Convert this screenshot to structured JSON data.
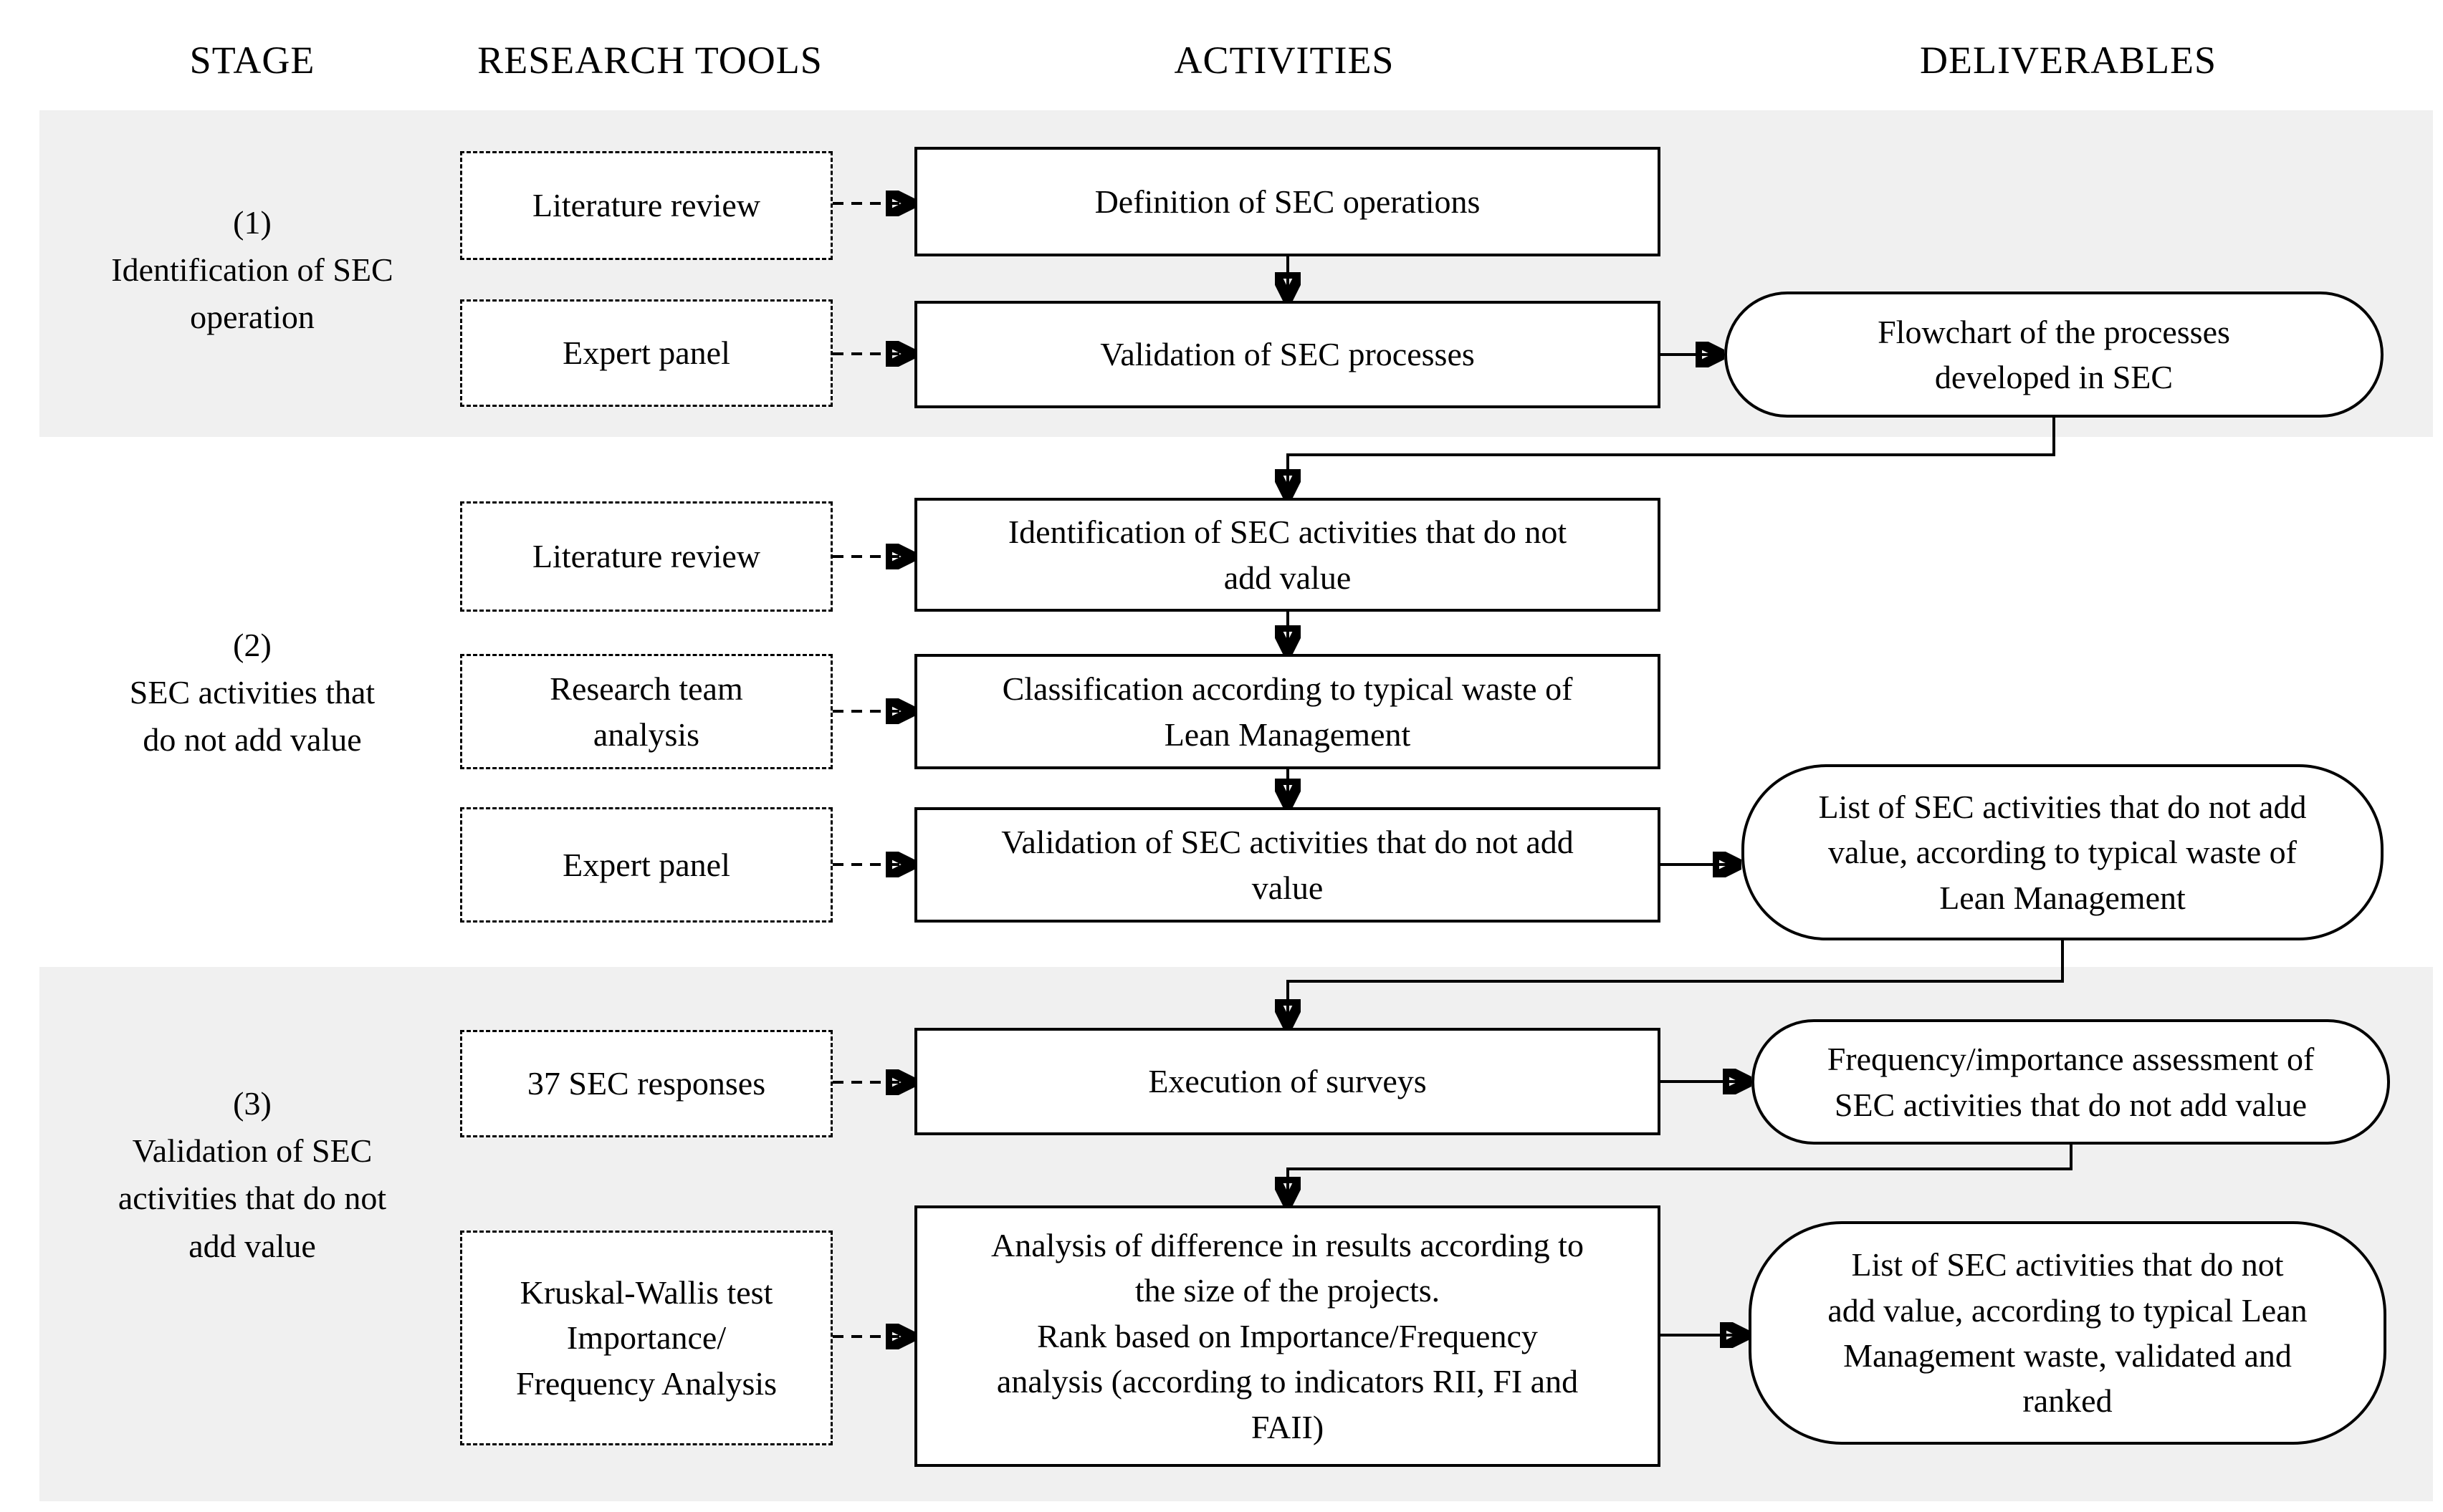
{
  "columns": {
    "stage": "STAGE",
    "tools": "RESEARCH TOOLS",
    "activities": "ACTIVITIES",
    "deliverables": "DELIVERABLES"
  },
  "stages": [
    {
      "label": "(1)\nIdentification of SEC\noperation",
      "tools": [
        "Literature review",
        "Expert panel"
      ],
      "activities": [
        "Definition of SEC operations",
        "Validation of SEC processes"
      ],
      "deliverables": [
        "Flowchart of the processes\ndeveloped in SEC"
      ]
    },
    {
      "label": "(2)\nSEC activities that\ndo not add value",
      "tools": [
        "Literature review",
        "Research team\nanalysis",
        "Expert panel"
      ],
      "activities": [
        "Identification of SEC activities that do not\nadd value",
        "Classification according to typical waste of\nLean Management",
        "Validation of SEC activities that do not add\nvalue"
      ],
      "deliverables": [
        "List of SEC activities that do not add\nvalue, according to typical waste of\nLean Management"
      ]
    },
    {
      "label": "(3)\nValidation of SEC\nactivities that do not\nadd value",
      "tools": [
        "37 SEC responses",
        "Kruskal-Wallis test\nImportance/\nFrequency Analysis"
      ],
      "activities": [
        "Execution of surveys",
        "Analysis of difference in results according to\nthe size of the projects.\nRank based on Importance/Frequency\nanalysis (according to indicators RII, FI and\nFAII)"
      ],
      "deliverables": [
        "Frequency/importance assessment of\nSEC activities that do not add value",
        "List of SEC activities that do not\nadd value, according to typical Lean\nManagement waste, validated and\nranked"
      ]
    }
  ],
  "colors": {
    "stage_band_background": "#f0f0f0",
    "line_color": "#000000",
    "box_fill": "#ffffff"
  }
}
